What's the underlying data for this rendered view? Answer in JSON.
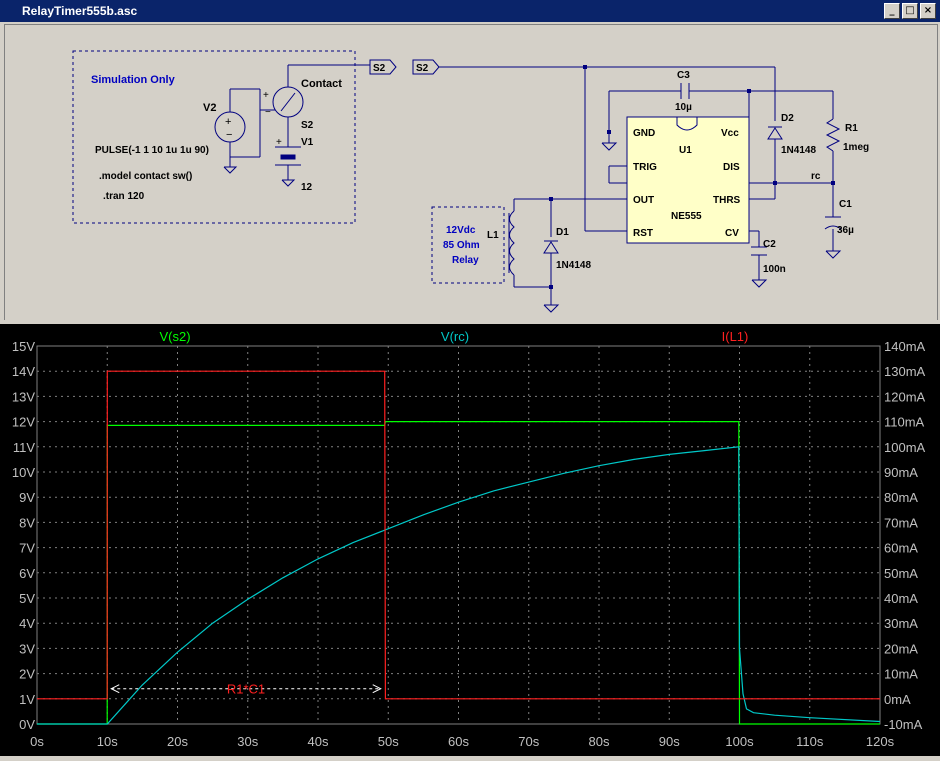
{
  "window": {
    "title": "RelayTimer555b.asc",
    "min_label": "_",
    "max_label": "□",
    "close_label": "×"
  },
  "schematic": {
    "sim_box": {
      "title": "Simulation Only",
      "v2_label": "V2",
      "pulse": "PULSE(-1 1 10 1u 1u 90)",
      "model": ".model contact sw()",
      "tran": ".tran 120",
      "contact": "Contact",
      "s2_label": "S2",
      "v1_label": "V1",
      "v1_value": "12",
      "net_s2_out": "S2"
    },
    "net_s2_in": "S2",
    "c3_label": "C3",
    "c3_value": "10µ",
    "u1_label": "U1",
    "u1_part": "NE555",
    "pins": {
      "gnd": "GND",
      "vcc": "Vcc",
      "trig": "TRIG",
      "dis": "DIS",
      "out": "OUT",
      "thrs": "THRS",
      "rst": "RST",
      "cv": "CV"
    },
    "d2_label": "D2",
    "d2_value": "1N4148",
    "r1_label": "R1",
    "r1_value": "1meg",
    "rc_label": "rc",
    "c1_label": "C1",
    "c1_value": "36µ",
    "c2_label": "C2",
    "c2_value": "100n",
    "d1_label": "D1",
    "d1_value": "1N4148",
    "l1_label": "L1",
    "relay_line1": "12Vdc",
    "relay_line2": "85 Ohm",
    "relay_line3": "Relay"
  },
  "chart_data": {
    "type": "line",
    "x_ticks": [
      "0s",
      "10s",
      "20s",
      "30s",
      "40s",
      "50s",
      "60s",
      "70s",
      "80s",
      "90s",
      "100s",
      "110s",
      "120s"
    ],
    "y_left_ticks": [
      "0V",
      "1V",
      "2V",
      "3V",
      "4V",
      "5V",
      "6V",
      "7V",
      "8V",
      "9V",
      "10V",
      "11V",
      "12V",
      "13V",
      "14V",
      "15V"
    ],
    "y_right_ticks": [
      "-10mA",
      "0mA",
      "10mA",
      "20mA",
      "30mA",
      "40mA",
      "50mA",
      "60mA",
      "70mA",
      "80mA",
      "90mA",
      "100mA",
      "110mA",
      "120mA",
      "130mA",
      "140mA"
    ],
    "xlim": [
      0,
      120
    ],
    "ylim_left": [
      0,
      15
    ],
    "ylim_right": [
      -10,
      140
    ],
    "grid": true,
    "annotation": "R1*C1",
    "annotation_range": [
      10,
      49.5
    ],
    "series": [
      {
        "name": "V(s2)",
        "color": "#00ff00",
        "axis": "left",
        "x": [
          0,
          9.99,
          10,
          49.5,
          49.6,
          99.9,
          100,
          120
        ],
        "y": [
          0,
          0,
          11.85,
          11.85,
          12.0,
          12.0,
          0,
          0
        ]
      },
      {
        "name": "V(rc)",
        "color": "#00c8c8",
        "axis": "left",
        "x": [
          0,
          10,
          15,
          20,
          25,
          30,
          35,
          40,
          45,
          50,
          55,
          60,
          65,
          70,
          75,
          80,
          85,
          90,
          95,
          99.9,
          100,
          100.5,
          101,
          102,
          105,
          110,
          120
        ],
        "y": [
          0,
          0,
          1.55,
          2.85,
          4.0,
          4.95,
          5.8,
          6.55,
          7.2,
          7.75,
          8.3,
          8.8,
          9.25,
          9.6,
          9.95,
          10.25,
          10.5,
          10.7,
          10.85,
          11.0,
          3.0,
          1.2,
          0.6,
          0.45,
          0.35,
          0.25,
          0.1
        ]
      },
      {
        "name": "I(L1)",
        "color": "#ff2020",
        "axis": "right",
        "x": [
          0,
          9.99,
          10,
          49.5,
          49.6,
          120
        ],
        "y": [
          0,
          0,
          130,
          130,
          0,
          0
        ]
      }
    ]
  }
}
